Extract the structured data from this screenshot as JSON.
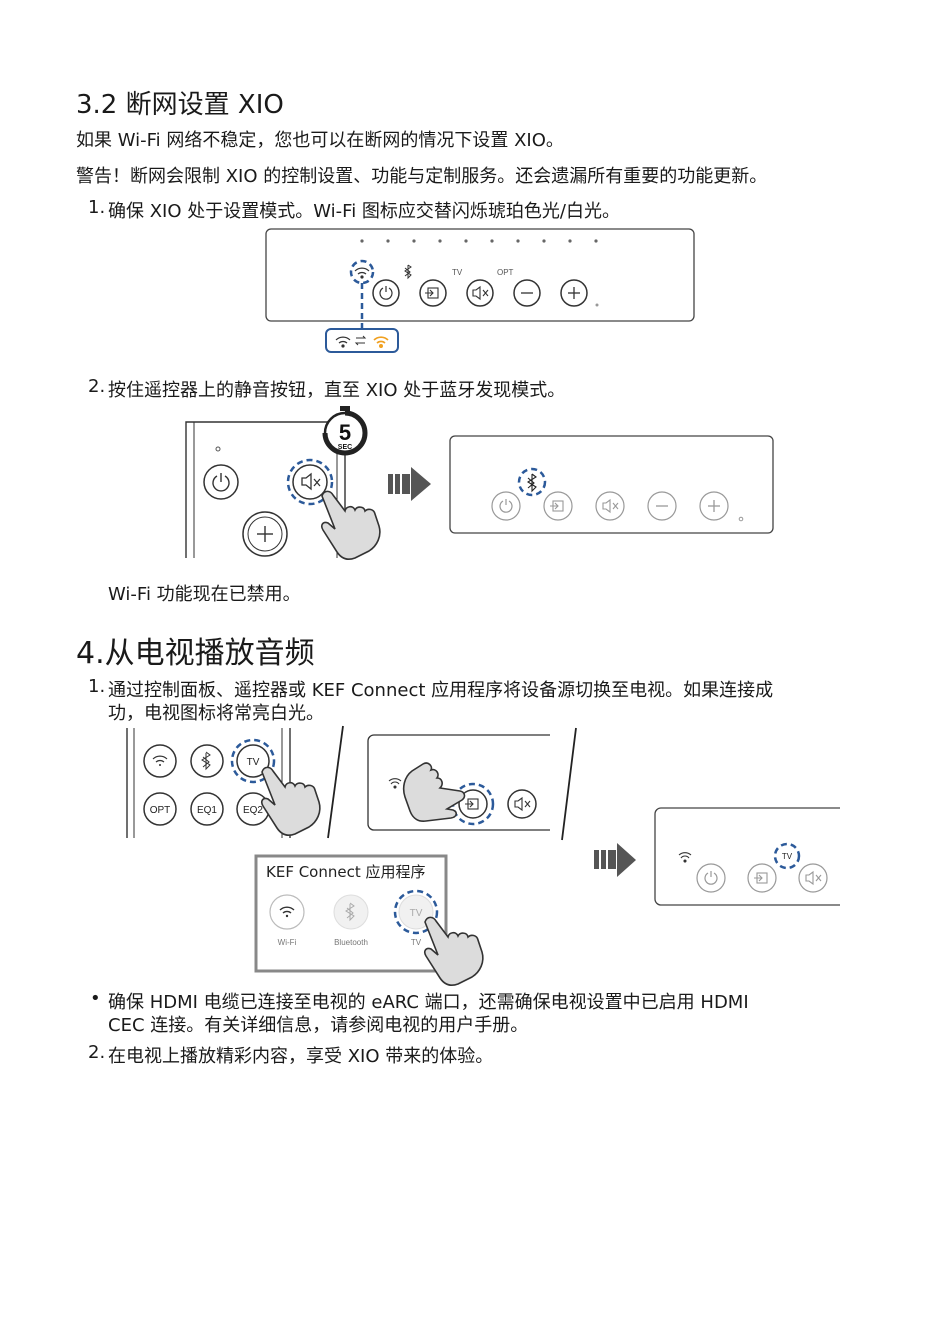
{
  "section1": {
    "heading": "3.2 断网设置 XIO",
    "intro": "如果 Wi-Fi 网络不稳定，您也可以在断网的情况下设置 XIO。",
    "warning": "警告！断网会限制 XIO 的控制设置、功能与定制服务。还会遗漏所有重要的功能更新。",
    "step1_num": "1.",
    "step1": "确保 XIO 处于设置模式。Wi-Fi 图标应交替闪烁琥珀色光/白光。",
    "step2_num": "2.",
    "step2": "按住遥控器上的静音按钮，直至 XIO 处于蓝牙发现模式。",
    "note": "Wi-Fi 功能现在已禁用。"
  },
  "figure1": {
    "tv_label": "TV",
    "opt_label": "OPT"
  },
  "figure2": {
    "timer_value": "5",
    "timer_unit": "SEC"
  },
  "section2": {
    "heading": "4.从电视播放音频",
    "step1_num": "1.",
    "step1_line1": "通过控制面板、遥控器或 KEF Connect 应用程序将设备源切换至电视。如果连接成",
    "step1_line2": "功，电视图标将常亮白光。",
    "bullet_symbol": "•",
    "bullet_line1": "确保 HDMI 电缆已连接至电视的 eARC 端口，还需确保电视设置中已启用 HDMI",
    "bullet_line2": "CEC 连接。有关详细信息，请参阅电视的用户手册。",
    "step2_num": "2.",
    "step2": "在电视上播放精彩内容，享受 XIO 带来的体验。"
  },
  "figure3": {
    "remote_buttons_row1": [
      "",
      "",
      "TV"
    ],
    "remote_buttons_row2": [
      "OPT",
      "EQ1",
      "EQ2"
    ],
    "app_title": "KEF Connect 应用程序",
    "app_labels": [
      "Wi-Fi",
      "Bluetooth",
      "TV"
    ],
    "app_tv_text": "TV",
    "result_tv_label": "TV"
  },
  "colors": {
    "accent_blue": "#2c5a9a",
    "amber": "#f0a020"
  }
}
